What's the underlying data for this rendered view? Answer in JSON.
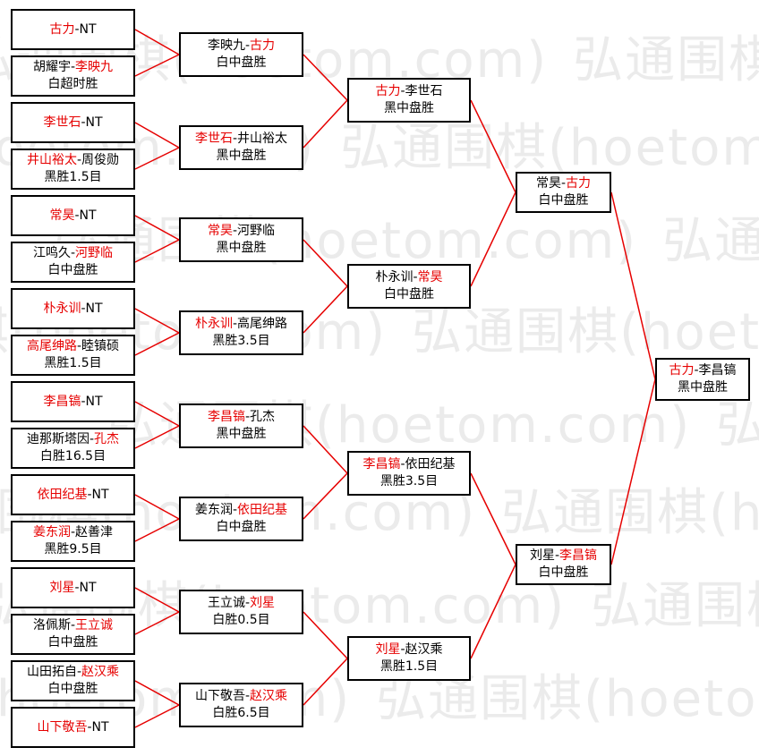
{
  "watermark": {
    "text": "弘通围棋(hoetom.com)"
  },
  "colors": {
    "winner": "#e60000",
    "line": "#e60000",
    "border": "#000000"
  },
  "round1": [
    {
      "p1": "古力",
      "p2": "NT",
      "winner": 1,
      "result": ""
    },
    {
      "p1": "胡耀宇",
      "p2": "李映九",
      "winner": 2,
      "result": "白超时胜"
    },
    {
      "p1": "李世石",
      "p2": "NT",
      "winner": 1,
      "result": ""
    },
    {
      "p1": "井山裕太",
      "p2": "周俊勋",
      "winner": 1,
      "result": "黑胜1.5目"
    },
    {
      "p1": "常昊",
      "p2": "NT",
      "winner": 1,
      "result": ""
    },
    {
      "p1": "江鸣久",
      "p2": "河野临",
      "winner": 2,
      "result": "白中盘胜"
    },
    {
      "p1": "朴永训",
      "p2": "NT",
      "winner": 1,
      "result": ""
    },
    {
      "p1": "高尾绅路",
      "p2": "睦镇硕",
      "winner": 1,
      "result": "黑胜1.5目"
    },
    {
      "p1": "李昌镐",
      "p2": "NT",
      "winner": 1,
      "result": ""
    },
    {
      "p1": "迪那斯塔因",
      "p2": "孔杰",
      "winner": 2,
      "result": "白胜16.5目"
    },
    {
      "p1": "依田纪基",
      "p2": "NT",
      "winner": 1,
      "result": ""
    },
    {
      "p1": "姜东润",
      "p2": "赵善津",
      "winner": 1,
      "result": "黑胜9.5目"
    },
    {
      "p1": "刘星",
      "p2": "NT",
      "winner": 1,
      "result": ""
    },
    {
      "p1": "洛佩斯",
      "p2": "王立诚",
      "winner": 2,
      "result": "白中盘胜"
    },
    {
      "p1": "山田拓自",
      "p2": "赵汉乘",
      "winner": 2,
      "result": "白中盘胜"
    },
    {
      "p1": "山下敬吾",
      "p2": "NT",
      "winner": 1,
      "result": ""
    }
  ],
  "round2": [
    {
      "p1": "李映九",
      "p2": "古力",
      "winner": 2,
      "result": "白中盘胜"
    },
    {
      "p1": "李世石",
      "p2": "井山裕太",
      "winner": 1,
      "result": "黑中盘胜"
    },
    {
      "p1": "常昊",
      "p2": "河野临",
      "winner": 1,
      "result": "黑中盘胜"
    },
    {
      "p1": "朴永训",
      "p2": "高尾绅路",
      "winner": 1,
      "result": "黑胜3.5目"
    },
    {
      "p1": "李昌镐",
      "p2": "孔杰",
      "winner": 1,
      "result": "黑中盘胜"
    },
    {
      "p1": "姜东润",
      "p2": "依田纪基",
      "winner": 2,
      "result": "白中盘胜"
    },
    {
      "p1": "王立诚",
      "p2": "刘星",
      "winner": 2,
      "result": "白胜0.5目"
    },
    {
      "p1": "山下敬吾",
      "p2": "赵汉乘",
      "winner": 2,
      "result": "白胜6.5目"
    }
  ],
  "round3": [
    {
      "p1": "古力",
      "p2": "李世石",
      "winner": 1,
      "result": "黑中盘胜"
    },
    {
      "p1": "朴永训",
      "p2": "常昊",
      "winner": 2,
      "result": "白中盘胜"
    },
    {
      "p1": "李昌镐",
      "p2": "依田纪基",
      "winner": 1,
      "result": "黑胜3.5目"
    },
    {
      "p1": "刘星",
      "p2": "赵汉乘",
      "winner": 1,
      "result": "黑胜1.5目"
    }
  ],
  "round4": [
    {
      "p1": "常昊",
      "p2": "古力",
      "winner": 2,
      "result": "白中盘胜"
    },
    {
      "p1": "刘星",
      "p2": "李昌镐",
      "winner": 2,
      "result": "白中盘胜"
    }
  ],
  "final": [
    {
      "p1": "古力",
      "p2": "李昌镐",
      "winner": 1,
      "result": "黑中盘胜"
    }
  ]
}
